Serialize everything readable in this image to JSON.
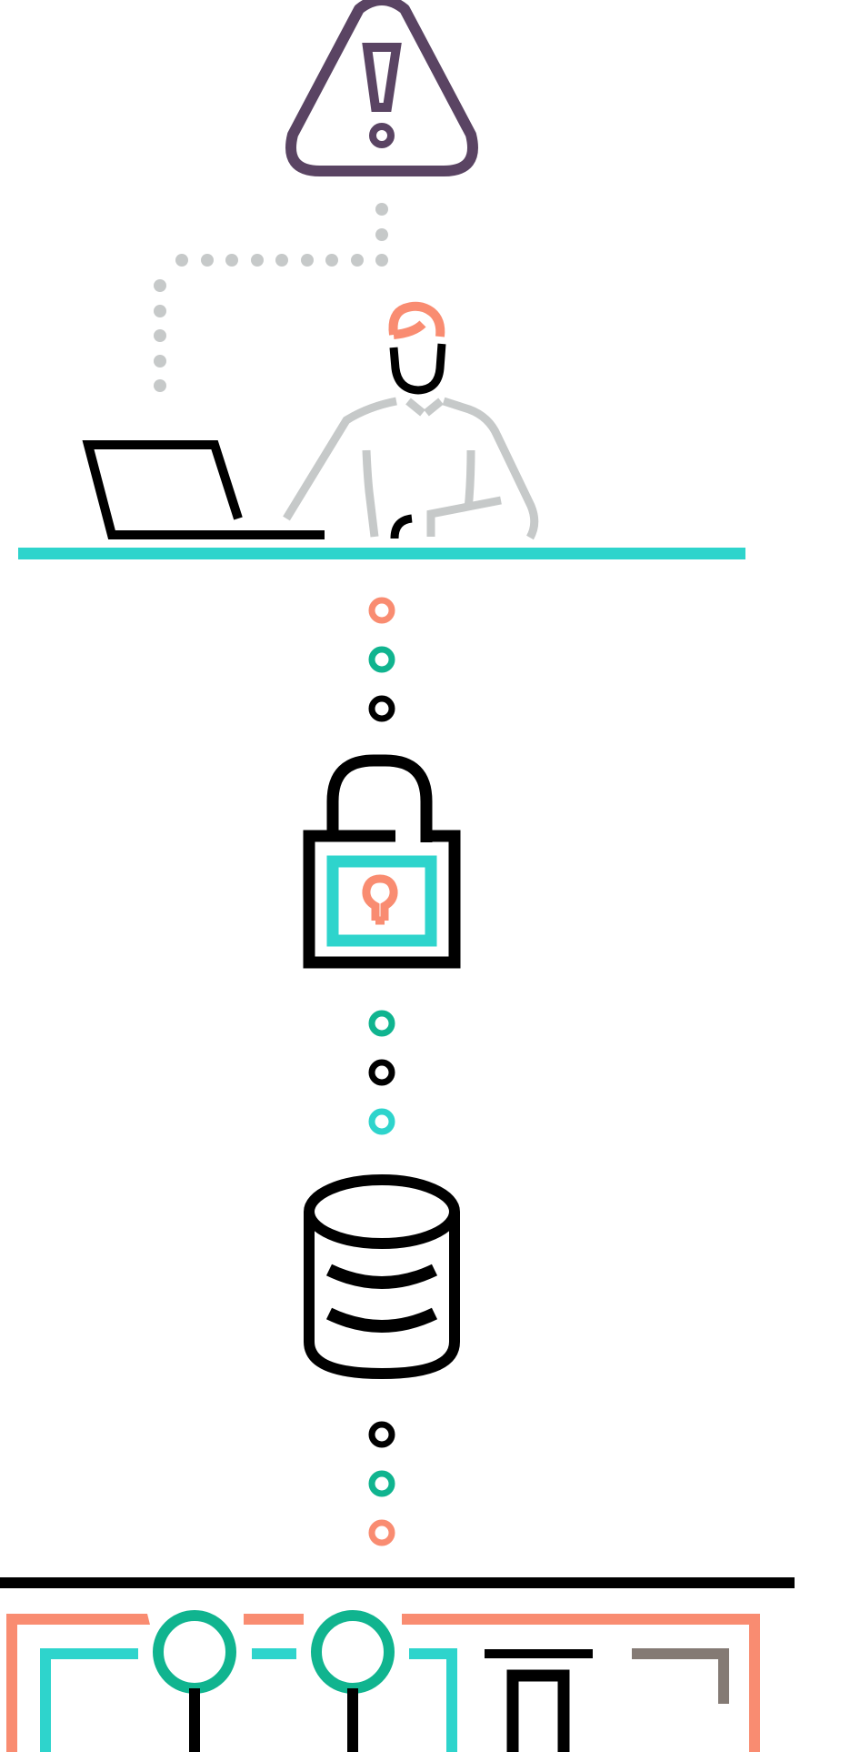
{
  "palette": {
    "warning_purple": "#5a4463",
    "dots_gray": "#c6c9c9",
    "accent_coral": "#f98c71",
    "accent_teal": "#2ed4cc",
    "accent_green": "#10b48f",
    "ink_black": "#000000",
    "mute_taupe": "#847a74",
    "background": "#ffffff"
  },
  "icons": {
    "warning": "warning-triangle-icon",
    "person": "person-at-laptop-icon",
    "laptop": "laptop-icon",
    "lock": "padlock-icon",
    "keyhole": "keyhole-icon",
    "database": "database-icon",
    "network": "network-infrastructure-icon"
  },
  "connectors": {
    "desk_to_lock": [
      "coral",
      "green",
      "black"
    ],
    "lock_to_database": [
      "green",
      "black",
      "teal"
    ],
    "database_to_network": [
      "black",
      "green",
      "coral"
    ]
  }
}
